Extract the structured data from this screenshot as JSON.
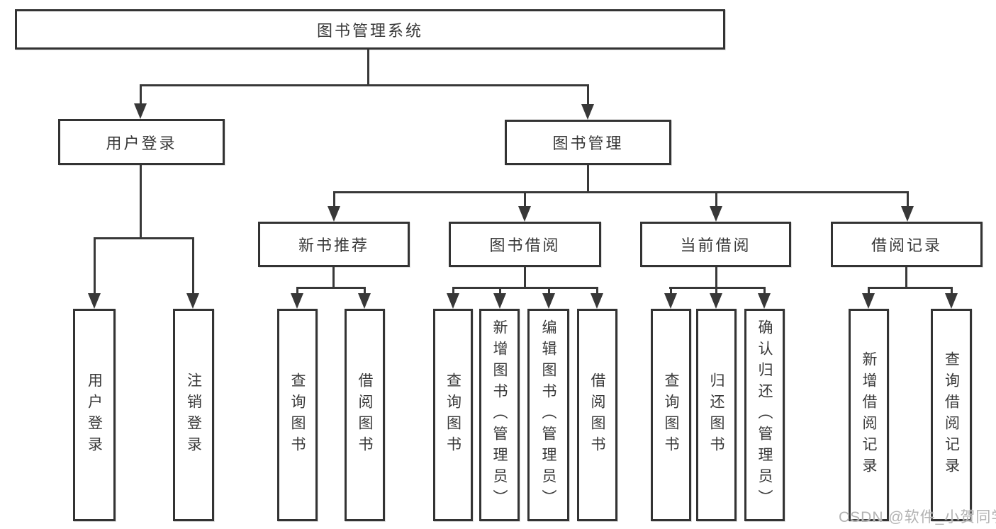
{
  "diagram": {
    "title": "图书管理系统",
    "root": {
      "label": "图书管理系统"
    },
    "branches": [
      {
        "label": "用户登录",
        "children": [
          {
            "label": "用户登录"
          },
          {
            "label": "注销登录"
          }
        ]
      },
      {
        "label": "图书管理",
        "children": [
          {
            "label": "新书推荐",
            "children": [
              {
                "label": "查询图书"
              },
              {
                "label": "借阅图书"
              }
            ]
          },
          {
            "label": "图书借阅",
            "children": [
              {
                "label": "查询图书"
              },
              {
                "label": "新增图书（管理员）"
              },
              {
                "label": "编辑图书（管理员）"
              },
              {
                "label": "借阅图书"
              }
            ]
          },
          {
            "label": "当前借阅",
            "children": [
              {
                "label": "查询图书"
              },
              {
                "label": "归还图书"
              },
              {
                "label": "确认归还（管理员）"
              }
            ]
          },
          {
            "label": "借阅记录",
            "children": [
              {
                "label": "新增借阅记录"
              },
              {
                "label": "查询借阅记录"
              }
            ]
          }
        ]
      }
    ]
  },
  "watermark": {
    "text": "CSDN @软件_小贺同学"
  },
  "colors": {
    "line": "#383838",
    "box_border": "#333333",
    "box_fill": "#ffffff",
    "text": "#383838",
    "background": "#ffffff",
    "watermark": "#b3b3b3"
  }
}
